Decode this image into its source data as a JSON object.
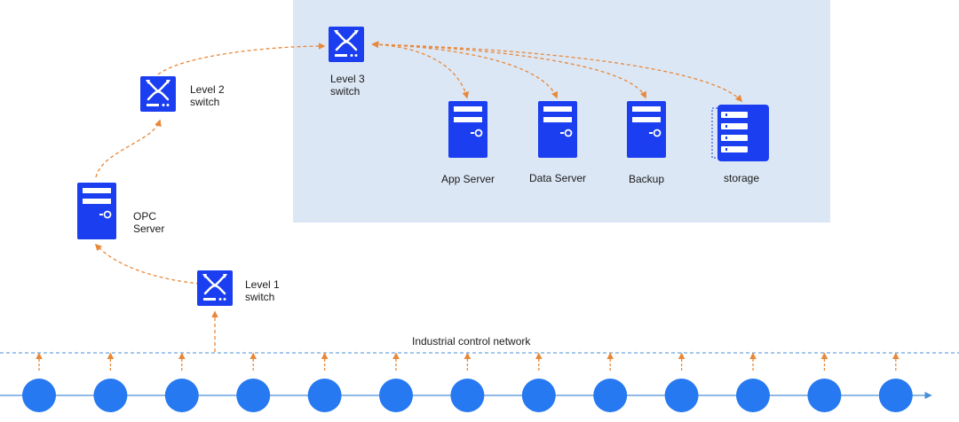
{
  "colors": {
    "device_blue": "#1a3ef0",
    "node_blue": "#2679f0",
    "arrow_orange": "#e8883a",
    "network_line": "#4a8fd6",
    "zone_bg": "#dce7f5"
  },
  "devices": {
    "level2_switch": {
      "icon": "switch-icon",
      "label_lines": [
        "Level 2",
        "switch"
      ]
    },
    "level3_switch": {
      "icon": "switch-icon",
      "label_lines": [
        "Level 3",
        "switch"
      ]
    },
    "level1_switch": {
      "icon": "switch-icon",
      "label_lines": [
        "Level 1",
        "switch"
      ]
    },
    "opc_server": {
      "icon": "server-icon",
      "label_lines": [
        "OPC",
        "Server"
      ]
    },
    "app_server": {
      "icon": "server-icon",
      "label": "App Server"
    },
    "data_server": {
      "icon": "server-icon",
      "label": "Data Server"
    },
    "backup": {
      "icon": "server-icon",
      "label": "Backup"
    },
    "storage": {
      "icon": "storage-icon",
      "label": "storage"
    }
  },
  "network": {
    "label": "Industrial control network",
    "node_count": 13
  }
}
